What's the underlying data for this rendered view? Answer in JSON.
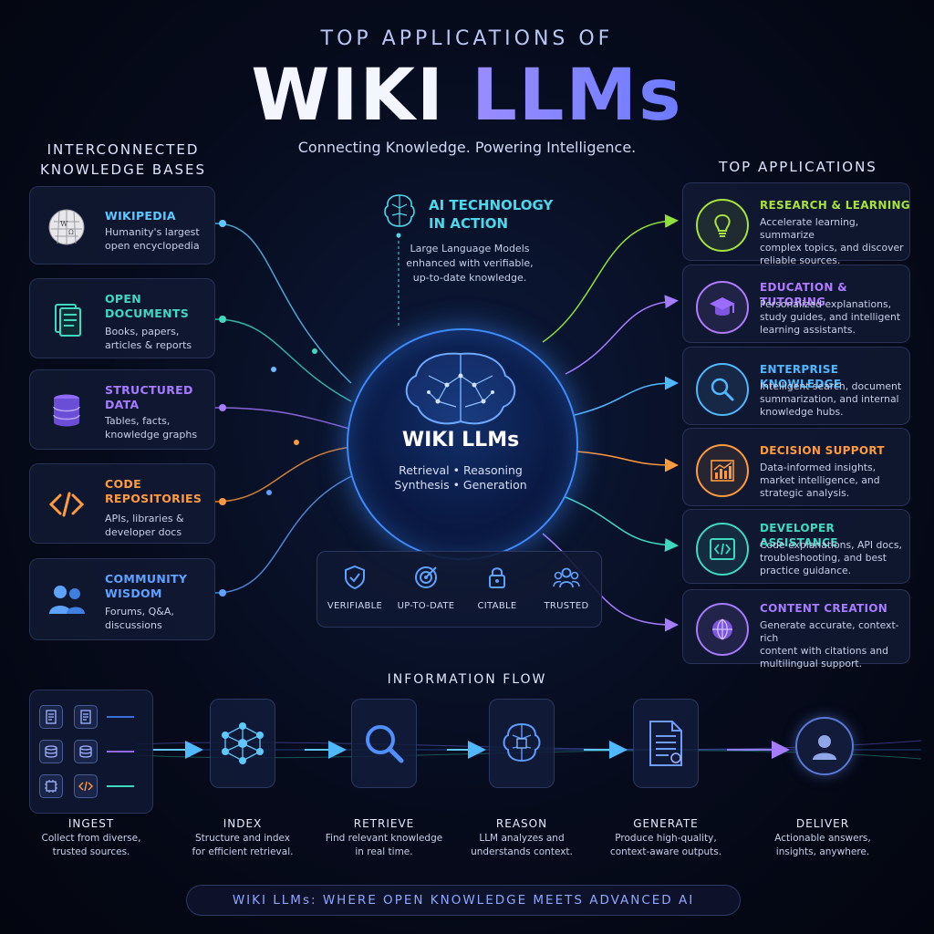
{
  "header": {
    "pre_title": "TOP APPLICATIONS OF",
    "title_part1": "WIKI",
    "title_part2": "LLMs",
    "tagline": "Connecting Knowledge. Powering Intelligence."
  },
  "left_column": {
    "heading_line1": "INTERCONNECTED",
    "heading_line2": "KNOWLEDGE BASES",
    "sources": [
      {
        "title_line1": "WIKIPEDIA",
        "title_line2": "",
        "desc_line1": "Humanity's largest",
        "desc_line2": "open encyclopedia",
        "color": "#5ec8ff",
        "icon": "wikipedia-globe-icon"
      },
      {
        "title_line1": "OPEN",
        "title_line2": "DOCUMENTS",
        "desc_line1": "Books, papers,",
        "desc_line2": "articles & reports",
        "color": "#3fd9c0",
        "icon": "document-icon"
      },
      {
        "title_line1": "STRUCTURED",
        "title_line2": "DATA",
        "desc_line1": "Tables, facts,",
        "desc_line2": "knowledge graphs",
        "color": "#a57bff",
        "icon": "database-icon"
      },
      {
        "title_line1": "CODE",
        "title_line2": "REPOSITORIES",
        "desc_line1": "APIs, libraries &",
        "desc_line2": "developer docs",
        "color": "#ff9b3d",
        "icon": "code-brackets-icon"
      },
      {
        "title_line1": "COMMUNITY",
        "title_line2": "WISDOM",
        "desc_line1": "Forums, Q&A,",
        "desc_line2": "discussions",
        "color": "#5ea2ff",
        "icon": "community-people-icon"
      }
    ]
  },
  "center": {
    "ai_heading_line1": "AI TECHNOLOGY",
    "ai_heading_line2": "IN ACTION",
    "ai_desc_line1": "Large Language Models",
    "ai_desc_line2": "enhanced with verifiable,",
    "ai_desc_line3": "up-to-date knowledge.",
    "core_title": "WIKI LLMs",
    "core_sub_line1": "Retrieval • Reasoning",
    "core_sub_line2": "Synthesis • Generation",
    "properties": [
      {
        "label": "VERIFIABLE",
        "icon": "shield-check-icon"
      },
      {
        "label": "UP-TO-DATE",
        "icon": "target-icon"
      },
      {
        "label": "CITABLE",
        "icon": "lock-icon"
      },
      {
        "label": "TRUSTED",
        "icon": "group-icon"
      }
    ]
  },
  "right_column": {
    "heading": "TOP APPLICATIONS",
    "applications": [
      {
        "title": "RESEARCH & LEARNING",
        "desc_line1": "Accelerate learning, summarize",
        "desc_line2": "complex topics, and discover",
        "desc_line3": "reliable sources.",
        "color": "#a8e23a",
        "icon": "lightbulb-icon"
      },
      {
        "title": "EDUCATION & TUTORING",
        "desc_line1": "Personalized explanations,",
        "desc_line2": "study guides, and intelligent",
        "desc_line3": "learning assistants.",
        "color": "#b07cff",
        "icon": "graduation-cap-icon"
      },
      {
        "title": "ENTERPRISE KNOWLEDGE",
        "desc_line1": "Intelligent search, document",
        "desc_line2": "summarization, and internal",
        "desc_line3": "knowledge hubs.",
        "color": "#4fb8ff",
        "icon": "magnifier-icon"
      },
      {
        "title": "DECISION SUPPORT",
        "desc_line1": "Data-informed insights,",
        "desc_line2": "market intelligence, and",
        "desc_line3": "strategic analysis.",
        "color": "#ff9b3d",
        "icon": "bar-chart-icon"
      },
      {
        "title": "DEVELOPER ASSISTANCE",
        "desc_line1": "Code explanations, API docs,",
        "desc_line2": "troubleshooting, and best",
        "desc_line3": "practice guidance.",
        "color": "#3fd9c0",
        "icon": "code-window-icon"
      },
      {
        "title": "CONTENT CREATION",
        "desc_line1": "Generate accurate, context-rich",
        "desc_line2": "content with citations and",
        "desc_line3": "multilingual support.",
        "color": "#a57bff",
        "icon": "globe-icon"
      }
    ]
  },
  "flow": {
    "heading": "INFORMATION FLOW",
    "steps": [
      {
        "title": "INGEST",
        "desc_line1": "Collect from diverse,",
        "desc_line2": "trusted sources.",
        "icon": "ingest-sources-icon"
      },
      {
        "title": "INDEX",
        "desc_line1": "Structure and index",
        "desc_line2": "for efficient retrieval.",
        "icon": "network-icon"
      },
      {
        "title": "RETRIEVE",
        "desc_line1": "Find relevant knowledge",
        "desc_line2": "in real time.",
        "icon": "magnifier-icon"
      },
      {
        "title": "REASON",
        "desc_line1": "LLM analyzes and",
        "desc_line2": "understands context.",
        "icon": "brain-chip-icon"
      },
      {
        "title": "GENERATE",
        "desc_line1": "Produce high-quality,",
        "desc_line2": "context-aware outputs.",
        "icon": "generated-document-icon"
      },
      {
        "title": "DELIVER",
        "desc_line1": "Actionable answers,",
        "desc_line2": "insights, anywhere.",
        "icon": "user-icon"
      }
    ]
  },
  "footer": {
    "text": "WIKI LLMs: WHERE OPEN KNOWLEDGE MEETS ADVANCED AI"
  }
}
